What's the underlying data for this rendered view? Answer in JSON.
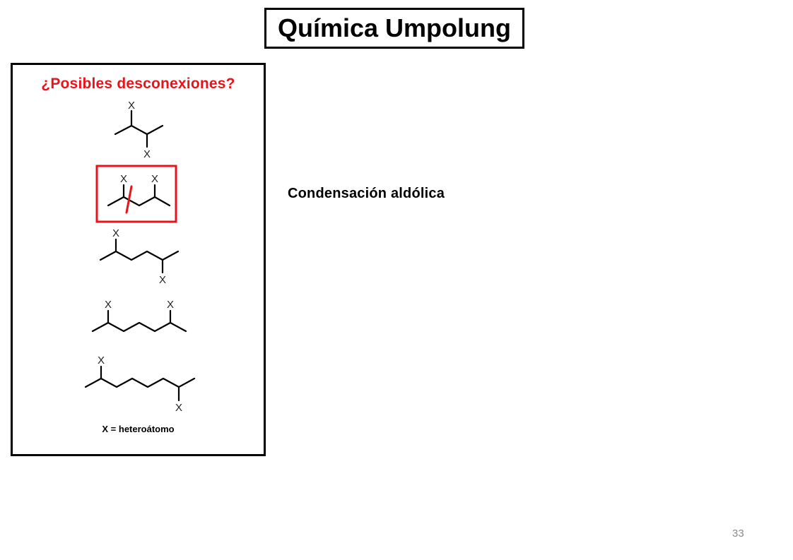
{
  "slide": {
    "title": "Química Umpolung",
    "page_number": "33"
  },
  "panel": {
    "heading": "¿Posibles desconexiones?",
    "footnote": "X = heteroátomo",
    "atom_label": "X",
    "highlight_color": "#e8141b"
  },
  "main": {
    "reaction_label": "Condensación aldólica"
  }
}
